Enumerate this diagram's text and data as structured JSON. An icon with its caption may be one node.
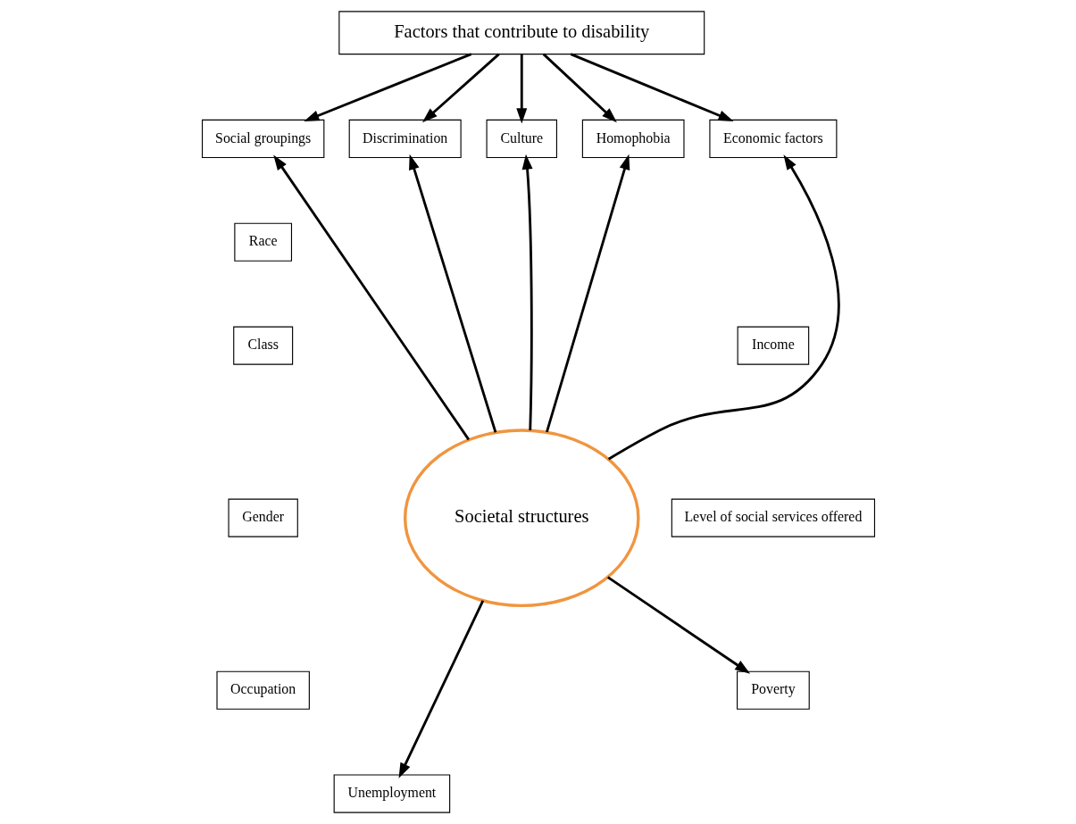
{
  "diagram": {
    "nodes": [
      {
        "text": [
          "Factors that contribute to disability"
        ]
      },
      {
        "text": [
          "Social groupings"
        ]
      },
      {
        "text": [
          "Discrimination"
        ]
      },
      {
        "text": [
          "Culture"
        ]
      },
      {
        "text": [
          "Homophobia"
        ]
      },
      {
        "text": [
          "Economic factors"
        ]
      },
      {
        "text": [
          "Race"
        ]
      },
      {
        "text": [
          "Class"
        ]
      },
      {
        "text": [
          "Gender"
        ]
      },
      {
        "text": [
          "Occupation"
        ]
      },
      {
        "text": [
          "Income"
        ]
      },
      {
        "text": [
          "Level of social services offered"
        ]
      },
      {
        "text": [
          "Societal structures"
        ]
      },
      {
        "text": [
          "Poverty"
        ]
      },
      {
        "text": [
          "Unemployment"
        ]
      }
    ],
    "edges": [
      {
        "from": 0,
        "to": 1,
        "arrow": "to"
      },
      {
        "from": 0,
        "to": 2,
        "arrow": "to"
      },
      {
        "from": 0,
        "to": 3,
        "arrow": "to"
      },
      {
        "from": 0,
        "to": 4,
        "arrow": "to"
      },
      {
        "from": 0,
        "to": 5,
        "arrow": "to"
      },
      {
        "from": 12,
        "to": 1,
        "arrow": "to"
      },
      {
        "from": 12,
        "to": 2,
        "arrow": "to"
      },
      {
        "from": 12,
        "to": 3,
        "arrow": "to"
      },
      {
        "from": 12,
        "to": 4,
        "arrow": "to"
      },
      {
        "from": 12,
        "to": 5,
        "arrow": "to"
      },
      {
        "from": 12,
        "to": 13,
        "arrow": "to"
      },
      {
        "from": 12,
        "to": 14,
        "arrow": "to"
      }
    ]
  }
}
